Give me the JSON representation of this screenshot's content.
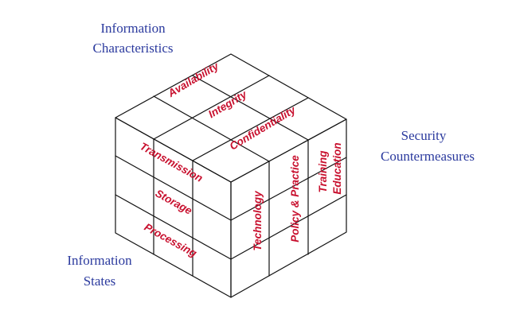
{
  "diagram": {
    "corner_labels": {
      "information_characteristics": [
        "Information",
        "Characteristics"
      ],
      "security_countermeasures": [
        "Security",
        "Countermeasures"
      ],
      "information_states": [
        "Information",
        "States"
      ]
    },
    "characteristics": [
      "Availability",
      "Integrity",
      "Confidentiality"
    ],
    "states": [
      "Transmission",
      "Storage",
      "Processing"
    ],
    "countermeasures": {
      "technology": [
        "Technology"
      ],
      "policy_practice": [
        "Policy & Practice"
      ],
      "training_education": [
        "Training",
        "Education"
      ]
    },
    "colors": {
      "label_red": "#c8102e",
      "side_label_blue": "#2b3a9e",
      "line": "#111111"
    }
  }
}
